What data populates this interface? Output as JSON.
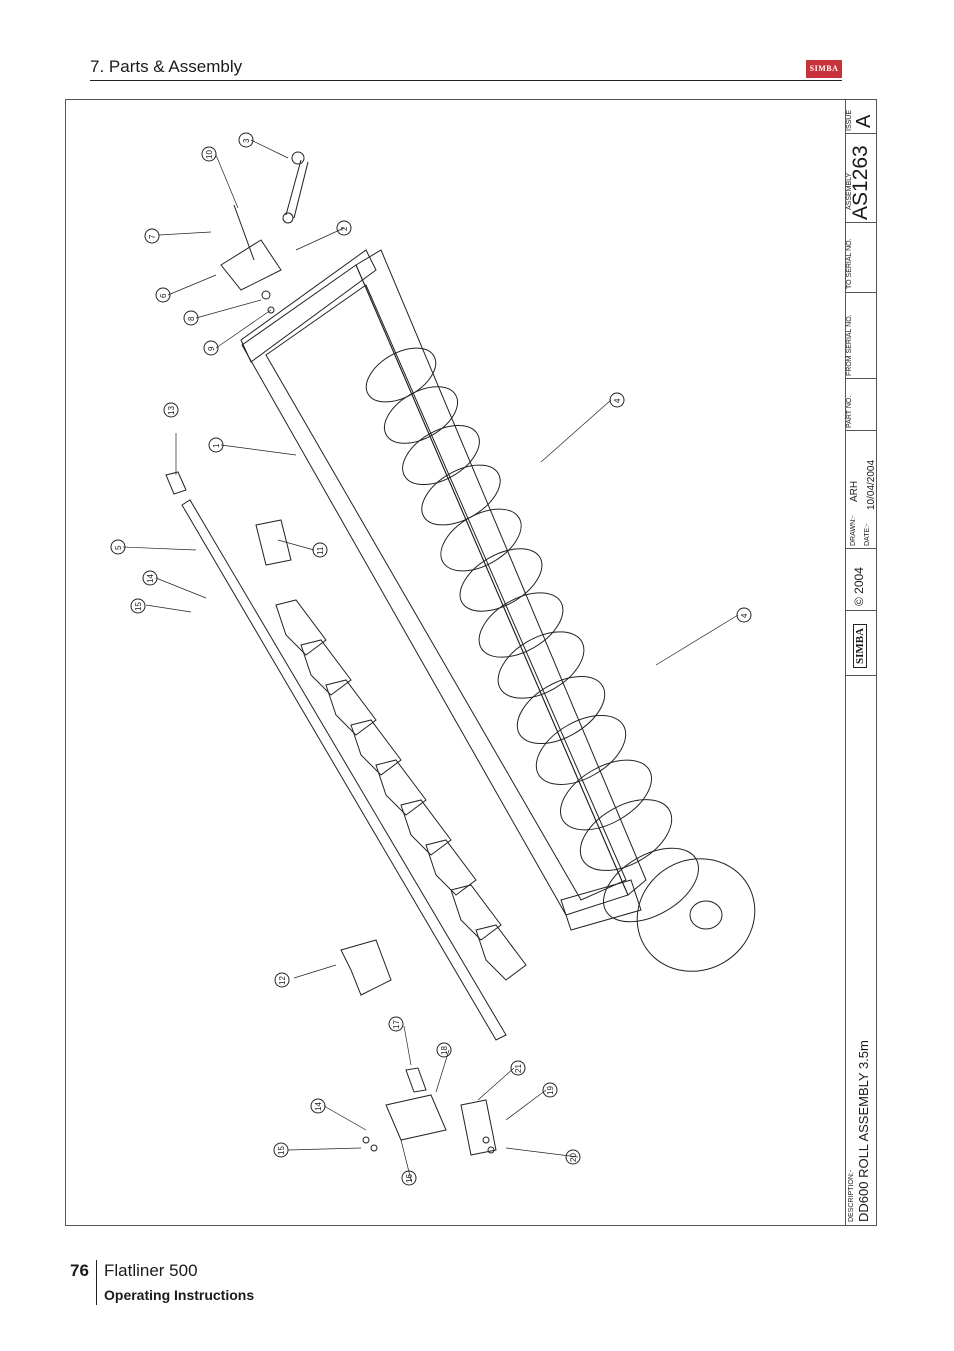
{
  "header": {
    "section_title": "7. Parts & Assembly",
    "brand_logo_text": "SIMBA"
  },
  "title_block": {
    "issue_label": "ISSUE",
    "issue_value": "A",
    "assembly_label": "ASSEMBLY",
    "assembly_value": "AS1263",
    "to_serial_label": "TO SERIAL NO.",
    "from_serial_label": "FROM SERIAL NO.",
    "part_no_label": "PART NO.",
    "drawn_label": "DRAWN:-",
    "drawn_value": "ARH",
    "date_label": "DATE:-",
    "date_value": "10/04/2004",
    "copyright": "© 2004",
    "logo_text": "SIMBA",
    "description_label": "DESCRIPTION:-",
    "description_value": "DD600 ROLL ASSEMBLY 3.5m"
  },
  "callouts": [
    "1",
    "2",
    "3",
    "4",
    "4",
    "5",
    "6",
    "7",
    "8",
    "9",
    "10",
    "11",
    "12",
    "13",
    "14",
    "15",
    "14",
    "15",
    "16",
    "17",
    "18",
    "19",
    "20",
    "21"
  ],
  "footer": {
    "page_number": "76",
    "product_name": "Flatliner 500",
    "subtitle": "Operating Instructions"
  },
  "colors": {
    "logo_red": "#c8323a",
    "line": "#222222"
  }
}
